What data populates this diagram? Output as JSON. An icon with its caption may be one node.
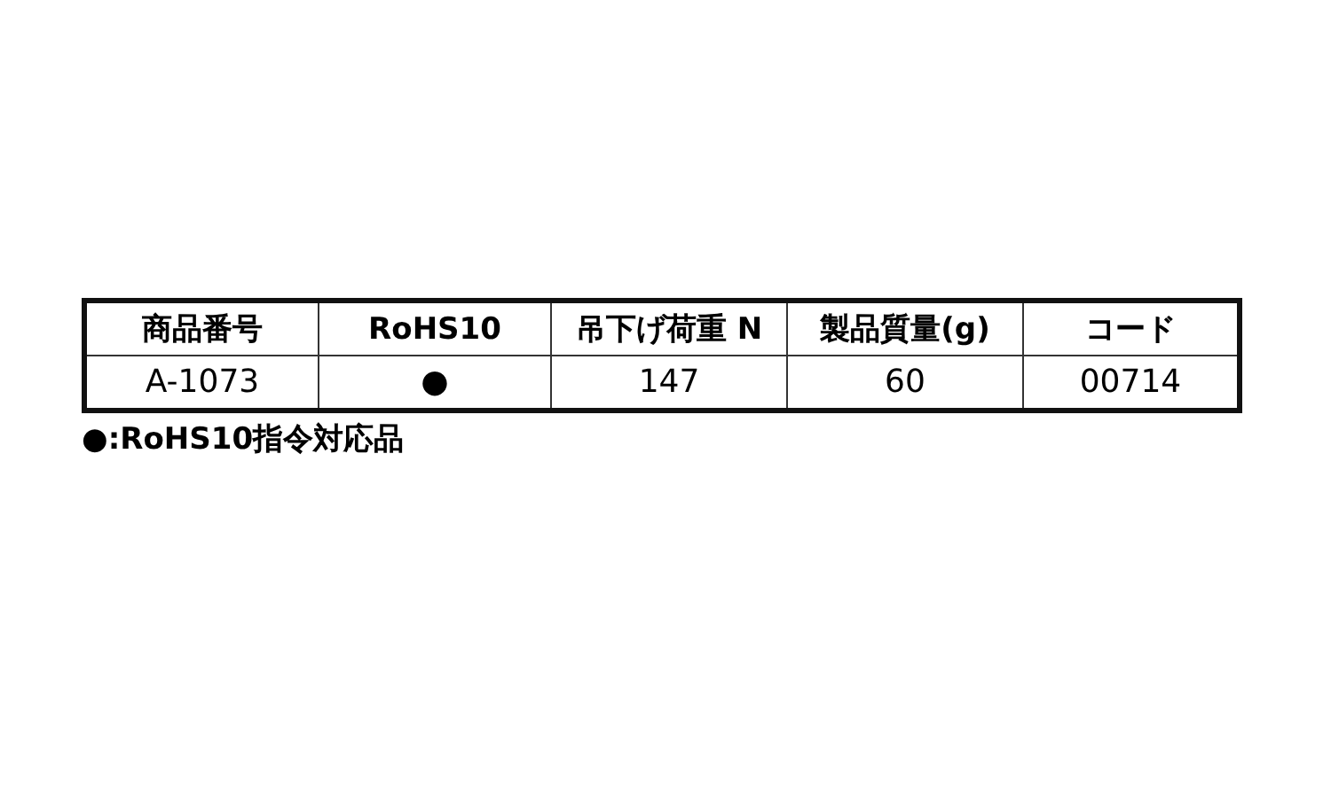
{
  "diagram": {
    "labels": [
      "商品番号",
      "RoHS10",
      "吊下げ荷重 N",
      "製品質量(g)",
      "コード",
      "A-1073",
      "●",
      "147",
      "60",
      "00714",
      "●:RoHS10指令対応品"
    ]
  }
}
